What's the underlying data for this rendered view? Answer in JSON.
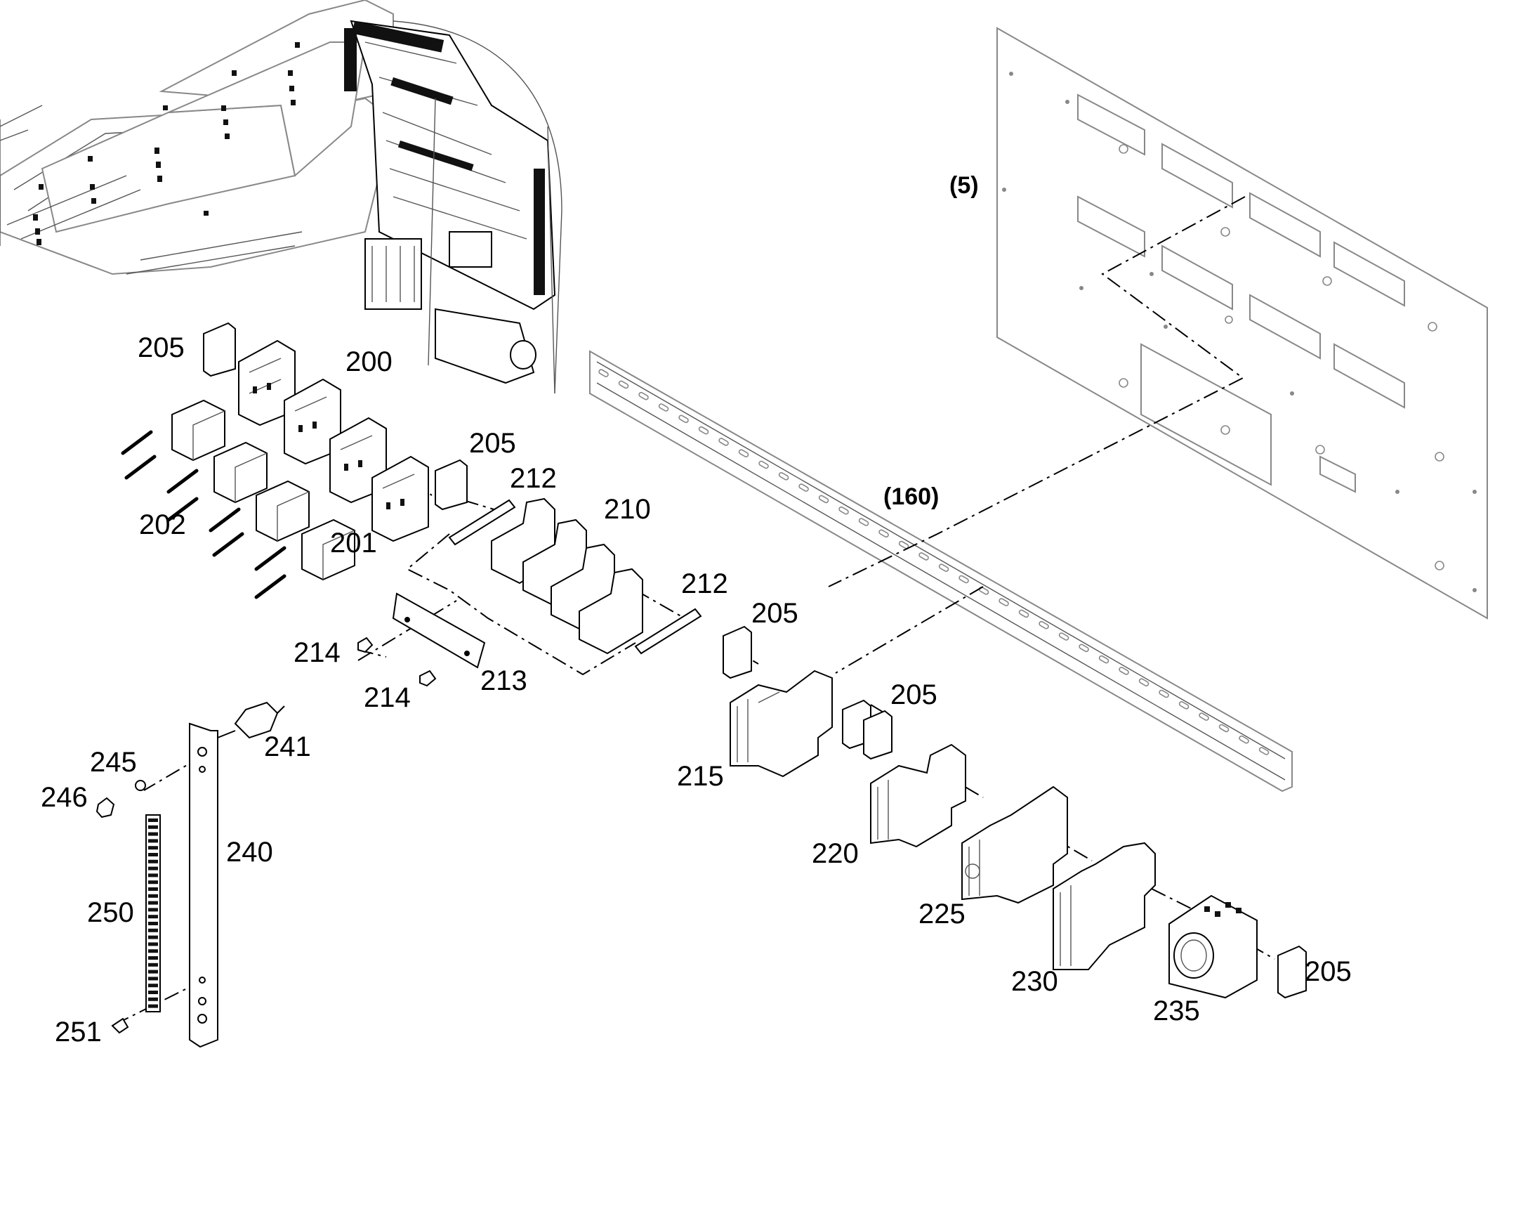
{
  "diagram": {
    "type": "exploded parts diagram",
    "labels": {
      "ref_panel": "(5)",
      "ref_rail": "(160)",
      "p200": "200",
      "p201": "201",
      "p202": "202",
      "p205": "205",
      "p210": "210",
      "p212": "212",
      "p213": "213",
      "p214": "214",
      "p215": "215",
      "p220": "220",
      "p225": "225",
      "p230": "230",
      "p235": "235",
      "p240": "240",
      "p241": "241",
      "p245": "245",
      "p246": "246",
      "p250": "250",
      "p251": "251"
    }
  }
}
